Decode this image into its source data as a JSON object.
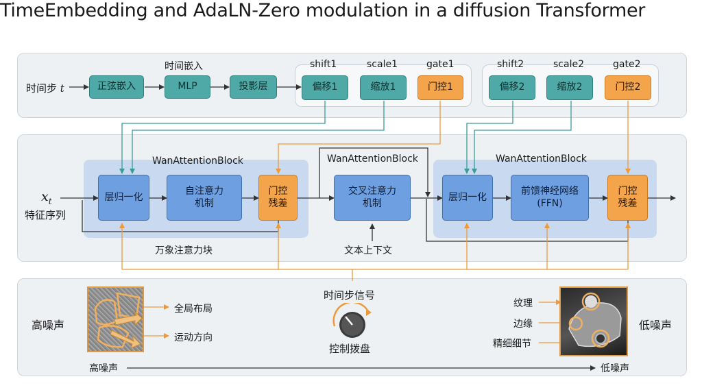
{
  "title": "TimeEmbedding and AdaLN-Zero modulation in a diffusion Transformer",
  "top": {
    "timestep_label": "时间步",
    "timestep_var": "t",
    "sin_embed": "正弦嵌入",
    "embed_caption": "时间嵌入",
    "mlp": "MLP",
    "proj": "投影层",
    "group1": {
      "shift_label": "shift1",
      "scale_label": "scale1",
      "gate_label": "gate1",
      "shift": "偏移1",
      "scale": "缩放1",
      "gate": "门控1"
    },
    "group2": {
      "shift_label": "shift2",
      "scale_label": "scale2",
      "gate_label": "gate2",
      "shift": "偏移2",
      "scale": "缩放2",
      "gate": "门控2"
    }
  },
  "middle": {
    "input_var": "x",
    "input_sub": "t",
    "input_label": "特征序列",
    "block1_title": "WanAttentionBlock",
    "block1_caption": "万象注意力块",
    "layernorm1": "层归一化",
    "self_attn_l1": "自注意力",
    "self_attn_l2": "机制",
    "gate_res1_l1": "门控",
    "gate_res1_l2": "残差",
    "cross_title": "WanAttentionBlock",
    "cross_l1": "交叉注意力",
    "cross_l2": "机制",
    "text_context": "文本上下文",
    "block2_title": "WanAttentionBlock",
    "layernorm2": "层归一化",
    "ffn_l1": "前馈神经网络",
    "ffn_l2": "(FFN)",
    "gate_res2_l1": "门控",
    "gate_res2_l2": "残差"
  },
  "bottom": {
    "high_noise": "高噪声",
    "global_layout": "全局布局",
    "motion_dir": "运动方向",
    "timestep_signal": "时间步信号",
    "dial_label": "控制拨盘",
    "texture": "纹理",
    "edges": "边缘",
    "fine_detail": "精细细节",
    "low_noise": "低噪声",
    "axis_start": "高噪声",
    "axis_end": "低噪声"
  },
  "colors": {
    "teal": "#4fa9a6",
    "orange": "#f4a54b",
    "blue": "#6e9fe0",
    "block_bg": "#c9daf0",
    "wire_teal": "#3b9b97",
    "wire_orange": "#ee9a3a"
  }
}
